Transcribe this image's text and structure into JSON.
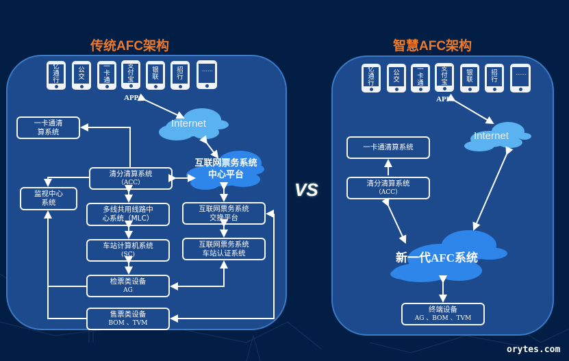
{
  "left": {
    "title": "传统AFC架构",
    "apps": [
      "亿通行",
      "公交",
      "一卡通",
      "支付宝",
      "银联",
      "招行",
      "……"
    ],
    "app_label": "APP",
    "internet": "Internet",
    "cloud_center": [
      "互联网票务系统",
      "中心平台"
    ],
    "boxes": {
      "card_clearing": [
        "一卡通清",
        "算系统"
      ],
      "acc": [
        "清分清算系统",
        "（ACC）"
      ],
      "monitor": [
        "监视中心",
        "系统"
      ],
      "mlc": [
        "多线共用线路中",
        "心系统（MLC）"
      ],
      "exchange": [
        "互联网票务系统",
        "交换平台"
      ],
      "sc": [
        "车站计算机系统",
        "(SC)"
      ],
      "station_auth": [
        "互联网票务系统",
        "车站认证系统"
      ],
      "ag": [
        "检票类设备",
        "AG"
      ],
      "bom": [
        "售票类设备",
        "BOM 、TVM"
      ]
    }
  },
  "right": {
    "title": "智慧AFC架构",
    "apps": [
      "亿通行",
      "公交",
      "一卡通",
      "支付宝",
      "银联",
      "招行",
      "……"
    ],
    "app_label": "APP",
    "internet": "Internet",
    "boxes": {
      "card_clearing": "一卡通清算系统",
      "acc": [
        "清分清算系统",
        "（ACC）"
      ],
      "terminal": [
        "终端设备",
        "AG 、BOM 、TVM"
      ]
    },
    "cloud_new": "新一代AFC系统"
  },
  "vs": "VS",
  "watermark": "orytes.com",
  "colors": {
    "background": "#021e44",
    "panel": "#1d4a8c",
    "title": "#ee7a2a",
    "cloud_light": "#5ab2f0",
    "cloud_dark": "#2f86ea"
  }
}
